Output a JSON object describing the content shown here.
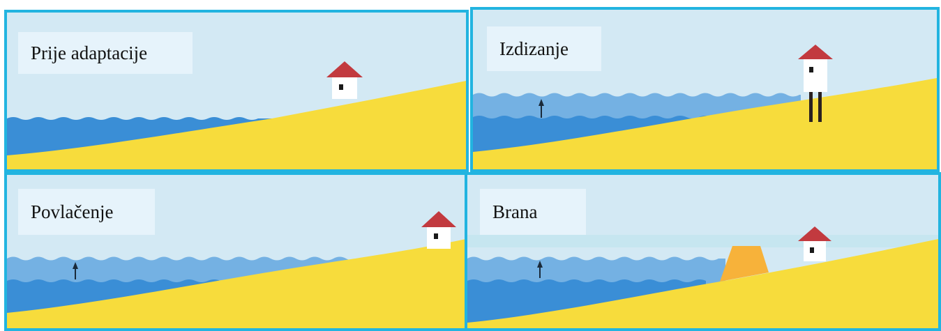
{
  "panels": [
    {
      "id": "prije",
      "label": "Prije adaptacije"
    },
    {
      "id": "izdizanje",
      "label": "Izdizanje"
    },
    {
      "id": "povlacenje",
      "label": "Povlačenje"
    },
    {
      "id": "brana",
      "label": "Brana"
    }
  ],
  "colors": {
    "border": "#22b4e0",
    "sky": "#d3e9f4",
    "sea_old": "#3a8ed6",
    "sea_raised": "#74b1e3",
    "sand": "#f7dc3c",
    "roof": "#c23a3f",
    "house": "#ffffff",
    "dam": "#f7b23a"
  }
}
